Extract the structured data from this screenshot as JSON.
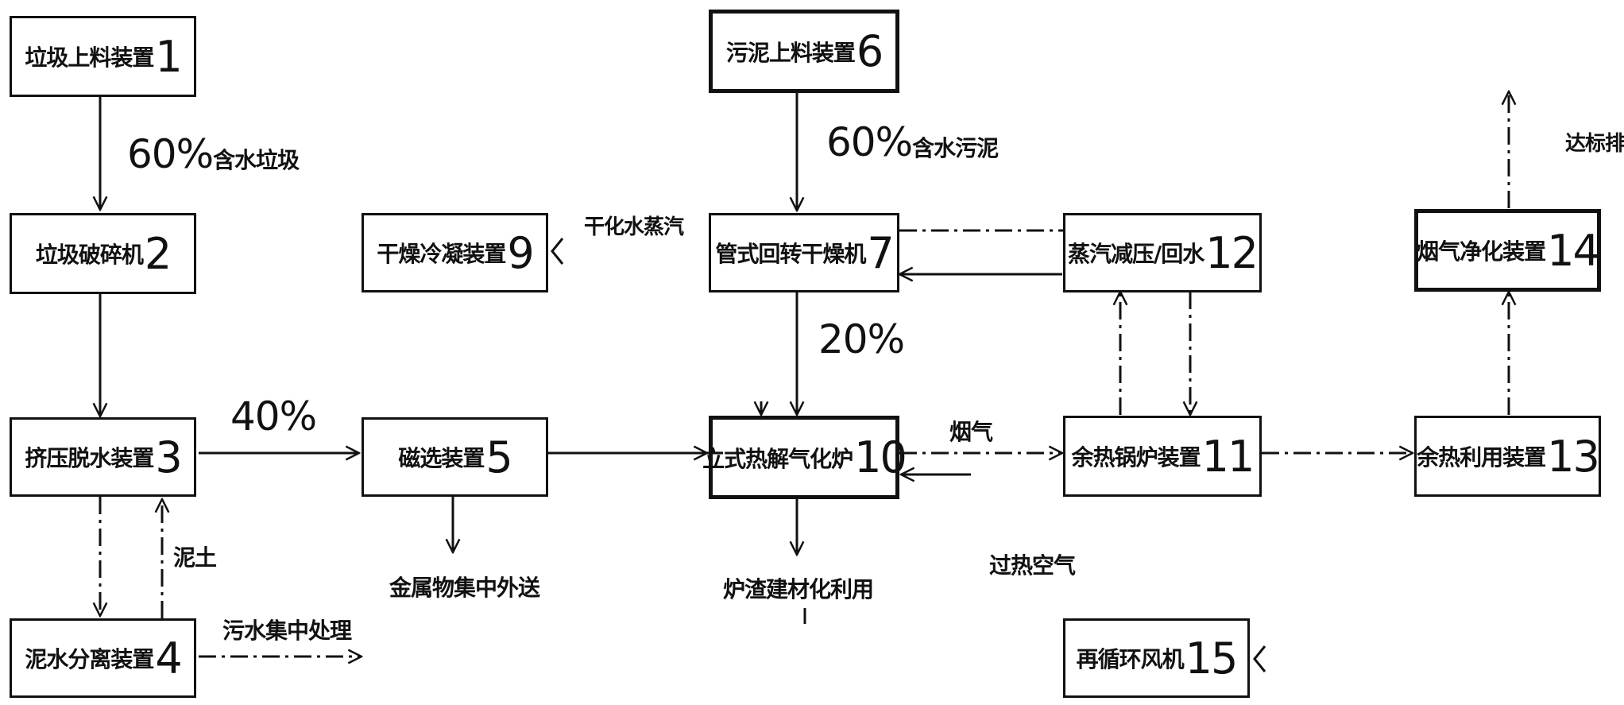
{
  "boxes": {
    "b1": {
      "cn": "垃圾上料装置",
      "num": "1"
    },
    "b2": {
      "cn": "垃圾破碎机",
      "num": "2"
    },
    "b3": {
      "cn": "挤压脱水装置",
      "num": "3"
    },
    "b4": {
      "cn": "泥水分离装置",
      "num": "4"
    },
    "b5": {
      "cn": "磁选装置",
      "num": "5"
    },
    "b6": {
      "cn": "污泥上料装置",
      "num": "6"
    },
    "b7": {
      "cn": "管式回转干燥机",
      "num": "7"
    },
    "b9": {
      "cn": "干燥冷凝装置",
      "num": "9"
    },
    "b10": {
      "cn": "立式热解气化炉",
      "num": "10"
    },
    "b11": {
      "cn": "余热锅炉装置",
      "num": "11"
    },
    "b12": {
      "cn": "蒸汽减压/回水",
      "num": "12"
    },
    "b13": {
      "cn": "余热利用装置",
      "num": "13"
    },
    "b14": {
      "cn": "烟气净化装置",
      "num": "14"
    },
    "b15": {
      "cn": "再循环风机",
      "num": "15"
    }
  },
  "labels": {
    "garbage_water_pct": "60%",
    "garbage_water_text": "含水垃圾",
    "sludge_water_pct": "60%",
    "sludge_water_text": "含水污泥",
    "pct_40": "40%",
    "pct_20": "20%",
    "dry_steam": "干化水蒸汽",
    "discharge": "达标排放",
    "mud": "泥土",
    "sewage": "污水集中处理",
    "metal": "金属物集中外送",
    "slag": "炉渣建材化利用",
    "flue_gas": "烟气",
    "hot_air": "过热空气"
  },
  "colors": {
    "line": "#111111",
    "box_border": "#111111",
    "background": "#ffffff"
  }
}
